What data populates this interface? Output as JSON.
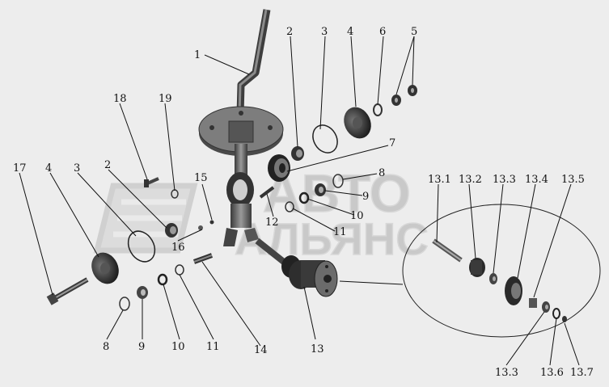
{
  "watermark": {
    "line1": "АВТО",
    "line2": "АЛЬЯНС"
  },
  "callouts": [
    {
      "id": "c1",
      "text": "1"
    },
    {
      "id": "c2a",
      "text": "2"
    },
    {
      "id": "c3a",
      "text": "3"
    },
    {
      "id": "c4a",
      "text": "4"
    },
    {
      "id": "c6",
      "text": "6"
    },
    {
      "id": "c5",
      "text": "5"
    },
    {
      "id": "c7",
      "text": "7"
    },
    {
      "id": "c8a",
      "text": "8"
    },
    {
      "id": "c9a",
      "text": "9"
    },
    {
      "id": "c10a",
      "text": "10"
    },
    {
      "id": "c11a",
      "text": "11"
    },
    {
      "id": "c12",
      "text": "12"
    },
    {
      "id": "c13",
      "text": "13"
    },
    {
      "id": "c14",
      "text": "14"
    },
    {
      "id": "c15",
      "text": "15"
    },
    {
      "id": "c16",
      "text": "16"
    },
    {
      "id": "c17",
      "text": "17"
    },
    {
      "id": "c18",
      "text": "18"
    },
    {
      "id": "c19",
      "text": "19"
    },
    {
      "id": "c4b",
      "text": "4"
    },
    {
      "id": "c3b",
      "text": "3"
    },
    {
      "id": "c2b",
      "text": "2"
    },
    {
      "id": "c8b",
      "text": "8"
    },
    {
      "id": "c9b",
      "text": "9"
    },
    {
      "id": "c10b",
      "text": "10"
    },
    {
      "id": "c11b",
      "text": "11"
    },
    {
      "id": "c13_1",
      "text": "13.1"
    },
    {
      "id": "c13_2",
      "text": "13.2"
    },
    {
      "id": "c13_3a",
      "text": "13.3"
    },
    {
      "id": "c13_4",
      "text": "13.4"
    },
    {
      "id": "c13_5",
      "text": "13.5"
    },
    {
      "id": "c13_3b",
      "text": "13.3"
    },
    {
      "id": "c13_6",
      "text": "13.6"
    },
    {
      "id": "c13_7",
      "text": "13.7"
    }
  ]
}
